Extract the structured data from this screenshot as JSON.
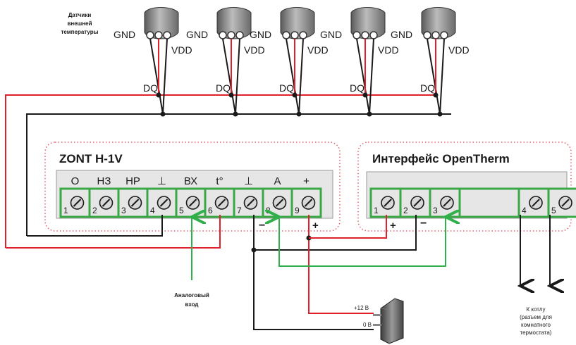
{
  "sensors": {
    "caption_lines": [
      "Датчики",
      "внешней",
      "температуры"
    ],
    "pin_gnd": "GND",
    "pin_vdd": "VDD",
    "pin_dq": "DQ",
    "count": 5
  },
  "controller": {
    "title": "ZONT H-1V",
    "terminal_labels": [
      "O",
      "НЗ",
      "НР",
      "⊥",
      "ВХ",
      "t°",
      "⊥",
      "A",
      "+"
    ],
    "terminal_numbers": [
      "1",
      "2",
      "3",
      "4",
      "5",
      "6",
      "7",
      "8",
      "9"
    ],
    "minus_sign": "−",
    "plus_sign": "+"
  },
  "opentherm": {
    "title": "Интерфейс OpenTherm",
    "terminal_numbers": [
      "1",
      "2",
      "3",
      "4",
      "5"
    ],
    "plus_sign": "+",
    "minus_sign": "−"
  },
  "analog_input": {
    "lines": [
      "Аналоговый",
      "вход"
    ]
  },
  "power": {
    "plus12": "+12 В",
    "zero": "0 В"
  },
  "boiler": {
    "lines": [
      "К котлу",
      "(разъем для",
      "комнатного",
      "термостата)"
    ]
  },
  "colors": {
    "red_wire": "#e0202a",
    "black_wire": "#1a1a1a",
    "green_wire": "#2fb04a",
    "terminal_green": "#3aa845",
    "dotted_border": "#e06070",
    "panel_gray": "#e6e6e6"
  }
}
